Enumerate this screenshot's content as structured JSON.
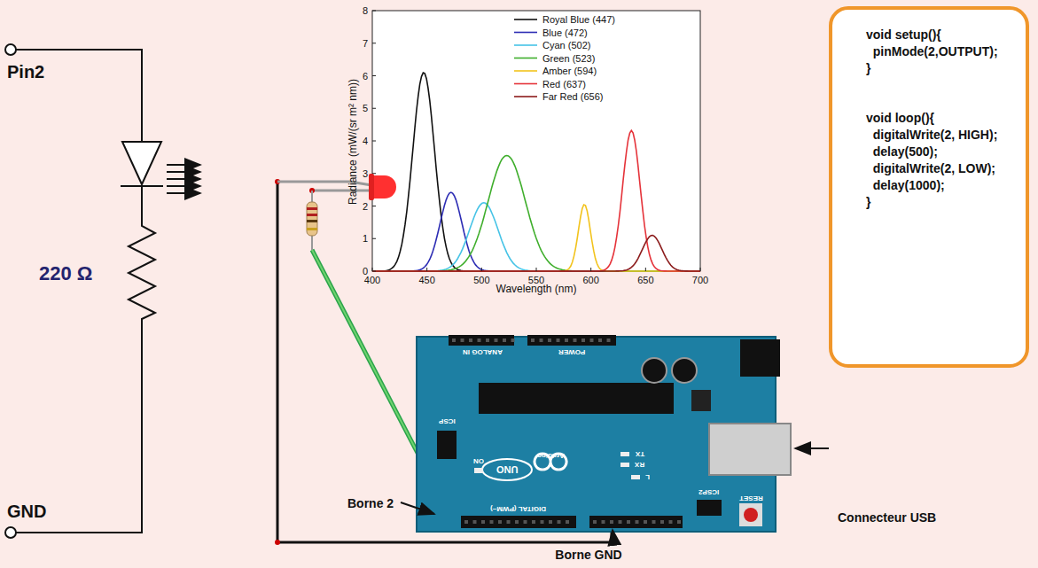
{
  "diagram": {
    "nodes": [
      {
        "text": [
          "void setup(){",
          "  pinMode(2,OUTPUT);",
          "}",
          "void loop(){",
          "  digitalWrite(2, HIGH);",
          "  delay(500);",
          "  digitalWrite(2, LOW);",
          "  delay(1000);",
          "}"
        ]
      }
    ],
    "labels": [
      "Pin2",
      "220 Ω",
      "GND",
      "Borne 2",
      "Borne GND",
      "Connecteur USB",
      "Radiance (mW/(sr m² nm))",
      "Wavelength (nm)",
      "0",
      "1",
      "2",
      "3",
      "4",
      "5",
      "6",
      "7",
      "8",
      "400",
      "450",
      "500",
      "550",
      "600",
      "650",
      "700",
      "ANALOG IN",
      "POWER",
      "ICSP",
      "ON",
      "UNO",
      "Arduino",
      "TX",
      "RX",
      "L",
      "ICSP2",
      "DIGITAL (PWM~)",
      "RESET"
    ],
    "legend": [
      {
        "text": "Royal Blue (447)"
      },
      {
        "text": "Blue (472)"
      },
      {
        "text": "Cyan (502)"
      },
      {
        "text": "Green (523)"
      },
      {
        "text": "Amber (594)"
      },
      {
        "text": "Red (637)"
      },
      {
        "text": "Far Red (656)"
      }
    ]
  }
}
